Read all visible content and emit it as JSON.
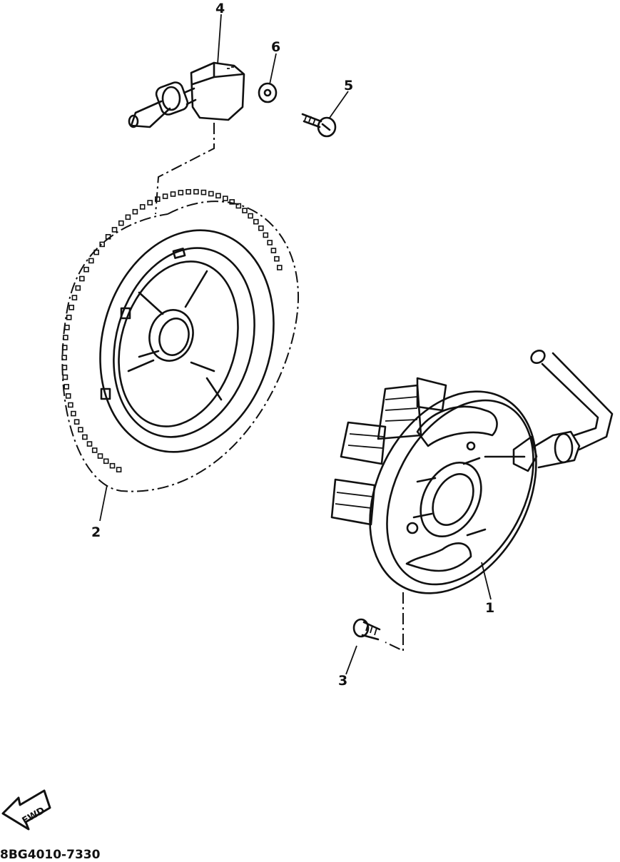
{
  "diagram": {
    "part_labels": [
      {
        "id": "1",
        "text": "1"
      },
      {
        "id": "2",
        "text": "2"
      },
      {
        "id": "3",
        "text": "3"
      },
      {
        "id": "4",
        "text": "4"
      },
      {
        "id": "5",
        "text": "5"
      },
      {
        "id": "6",
        "text": "6"
      }
    ],
    "fwd_label": "FWD",
    "drawing_code": "8BG4010-7330"
  }
}
